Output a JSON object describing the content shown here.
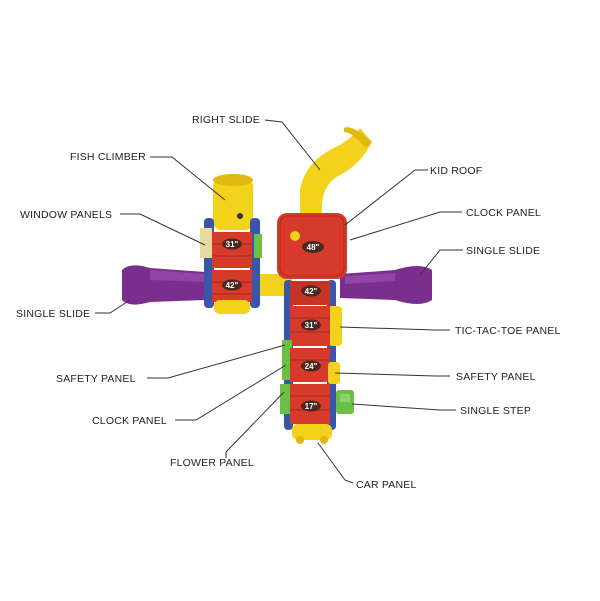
{
  "labels": {
    "right_slide": "RIGHT SLIDE",
    "fish_climber": "FISH CLIMBER",
    "kid_roof": "KID ROOF",
    "clock_panel_right": "CLOCK PANEL",
    "window_panels": "WINDOW PANELS",
    "single_slide_right": "SINGLE SLIDE",
    "single_slide_left": "SINGLE SLIDE",
    "tic_tac_toe_panel": "TIC-TAC-TOE PANEL",
    "safety_panel_left": "SAFETY PANEL",
    "safety_panel_right": "SAFETY PANEL",
    "clock_panel_left": "CLOCK PANEL",
    "single_step": "SINGLE STEP",
    "flower_panel": "FLOWER PANEL",
    "car_panel": "CAR PANEL"
  },
  "deck_heights": {
    "left_upper": "31\"",
    "left_lower": "42\"",
    "roof": "48\"",
    "center_top": "42\"",
    "center_mid": "31\"",
    "center_low": "24\"",
    "center_bottom": "17\""
  },
  "colors": {
    "red": "#d63a2a",
    "yellow": "#f2d21a",
    "purple": "#7a2f8f",
    "blue": "#3a56a8",
    "green": "#6cbf45",
    "dark": "#4a2a20"
  }
}
